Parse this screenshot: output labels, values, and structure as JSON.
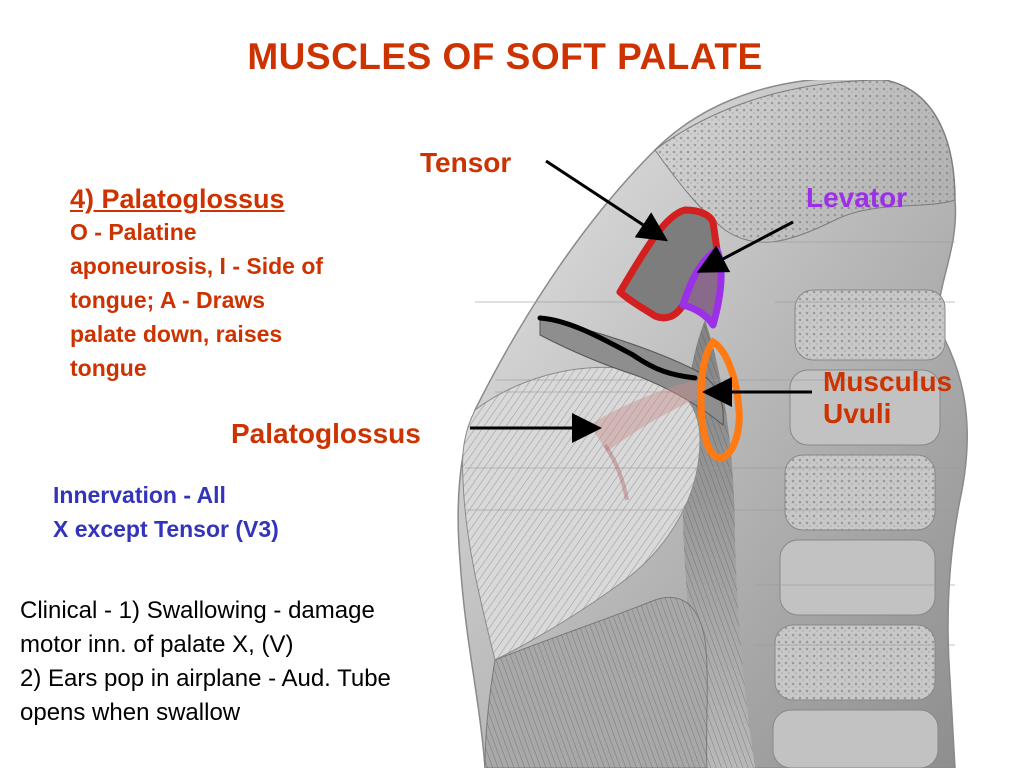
{
  "title": "MUSCLES OF SOFT PALATE",
  "colors": {
    "title": "#cc3300",
    "body_red": "#cc3300",
    "tensor_outline": "#d21f1f",
    "levator": "#9b30e8",
    "uvuli": "#ff7a12",
    "innervation": "#3333bb",
    "palatoglossus_line": "#000000",
    "arrow": "#000000"
  },
  "labels": {
    "tensor": "Tensor",
    "levator": "Levator",
    "musculus_uvuli_line1": "Musculus",
    "musculus_uvuli_line2": "Uvuli",
    "palatoglossus": "Palatoglossus"
  },
  "description": {
    "heading": "4) Palatoglossus",
    "lines": [
      "O - Palatine",
      "aponeurosis, I - Side of",
      "tongue; A - Draws",
      "palate down, raises",
      "tongue"
    ]
  },
  "innervation": {
    "lines": [
      "Innervation - All",
      "X except Tensor (V3)"
    ]
  },
  "clinical": {
    "lines": [
      "Clinical - 1) Swallowing - damage",
      "motor inn. of palate X, (V)",
      "2) Ears pop in airplane - Aud. Tube",
      "opens when swallow"
    ]
  }
}
